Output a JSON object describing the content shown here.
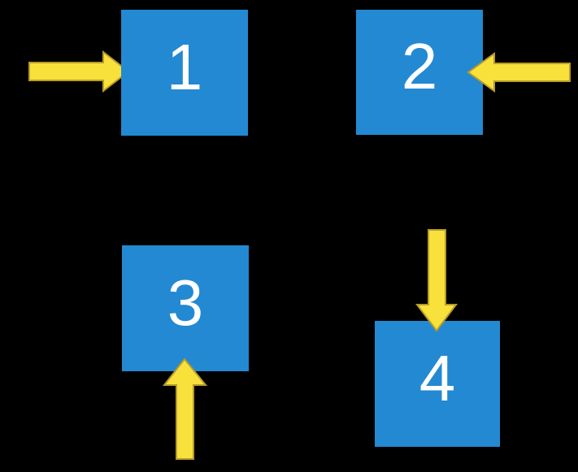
{
  "diagram": {
    "description": "Four numbered blue squares, each targeted by a yellow directional arrow",
    "squares": [
      {
        "label": "1",
        "arrow_icon": "arrow-right-icon",
        "arrow_from": "left"
      },
      {
        "label": "2",
        "arrow_icon": "arrow-left-icon",
        "arrow_from": "right"
      },
      {
        "label": "3",
        "arrow_icon": "arrow-up-icon",
        "arrow_from": "bottom"
      },
      {
        "label": "4",
        "arrow_icon": "arrow-down-icon",
        "arrow_from": "top"
      }
    ]
  },
  "colors": {
    "canvas_background": "#000000",
    "square_fill": "#2389d2",
    "arrow_fill": "#f8e13a",
    "arrow_outline": "#b89b2a",
    "number_color": "#ffffff"
  }
}
